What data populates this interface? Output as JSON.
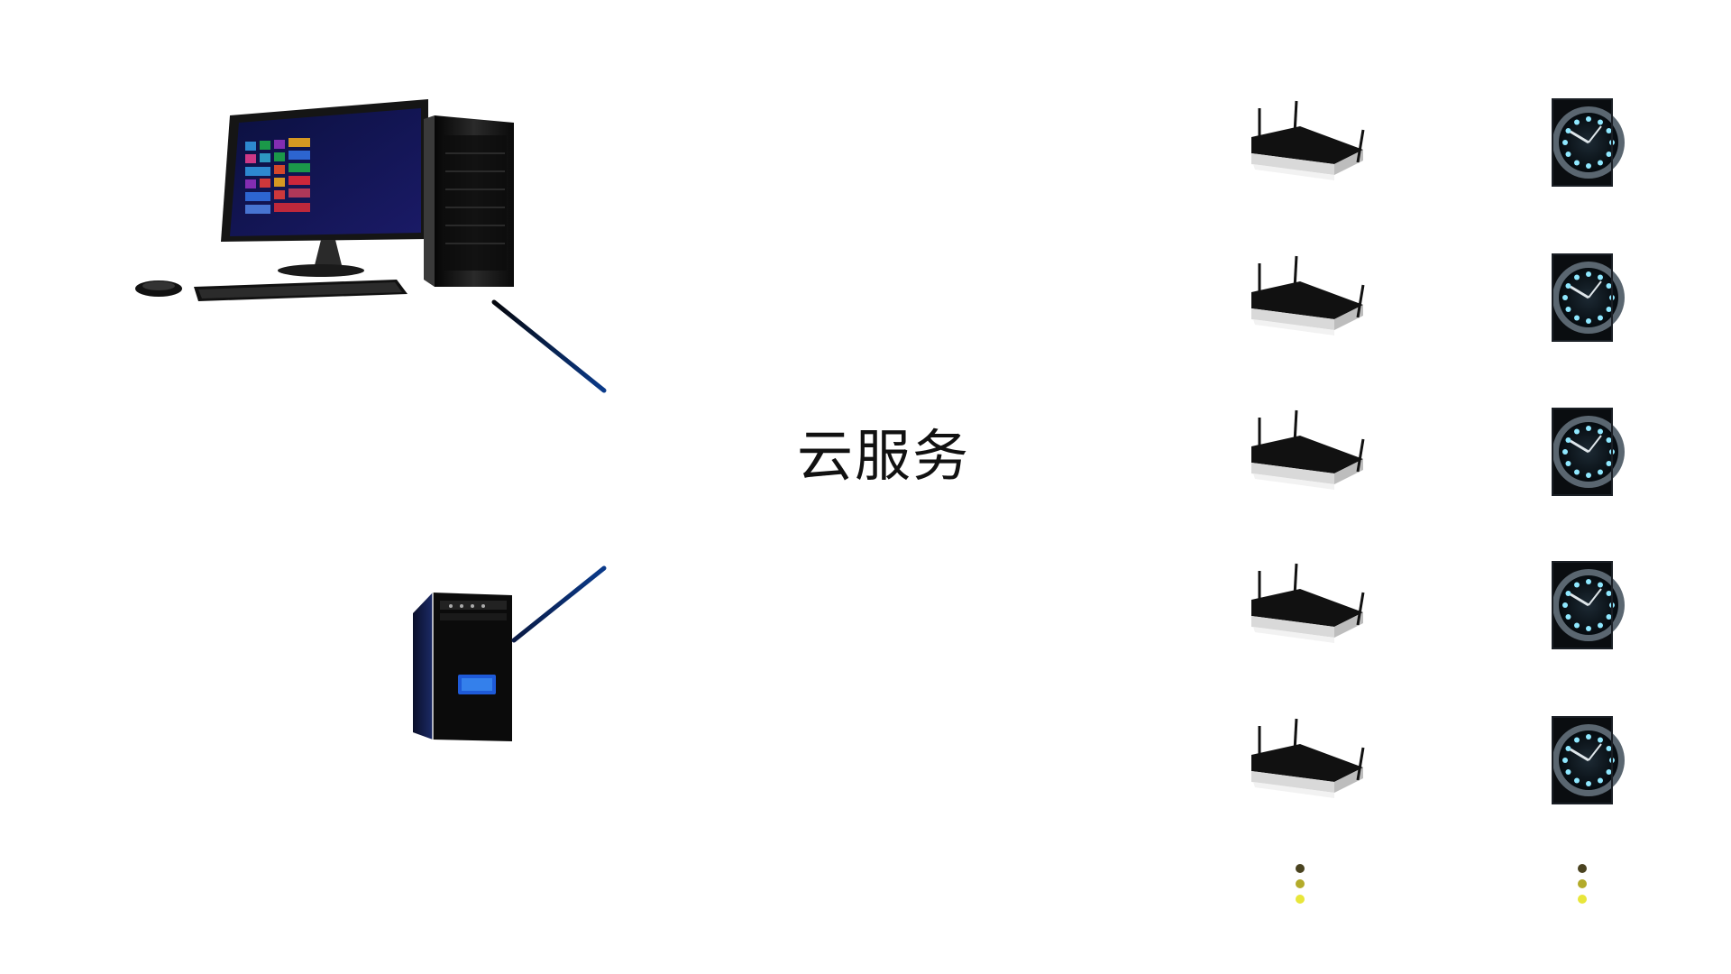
{
  "center_label": "云服务",
  "colors": {
    "line_dark": "#0a0f1f",
    "line_blue": "#0a3a8a",
    "dot_dark": "#4a4320",
    "dot_mid": "#b3ab2a",
    "dot_light": "#e8e63a"
  },
  "icons": {
    "pc": "desktop-computer-icon",
    "server": "tower-server-icon",
    "router": "wifi-router-icon",
    "device": "watch-device-icon"
  },
  "device_rows": [
    {
      "router": "router",
      "device": "watch"
    },
    {
      "router": "router",
      "device": "watch"
    },
    {
      "router": "router",
      "device": "watch"
    },
    {
      "router": "router",
      "device": "watch"
    },
    {
      "router": "router",
      "device": "watch"
    }
  ]
}
